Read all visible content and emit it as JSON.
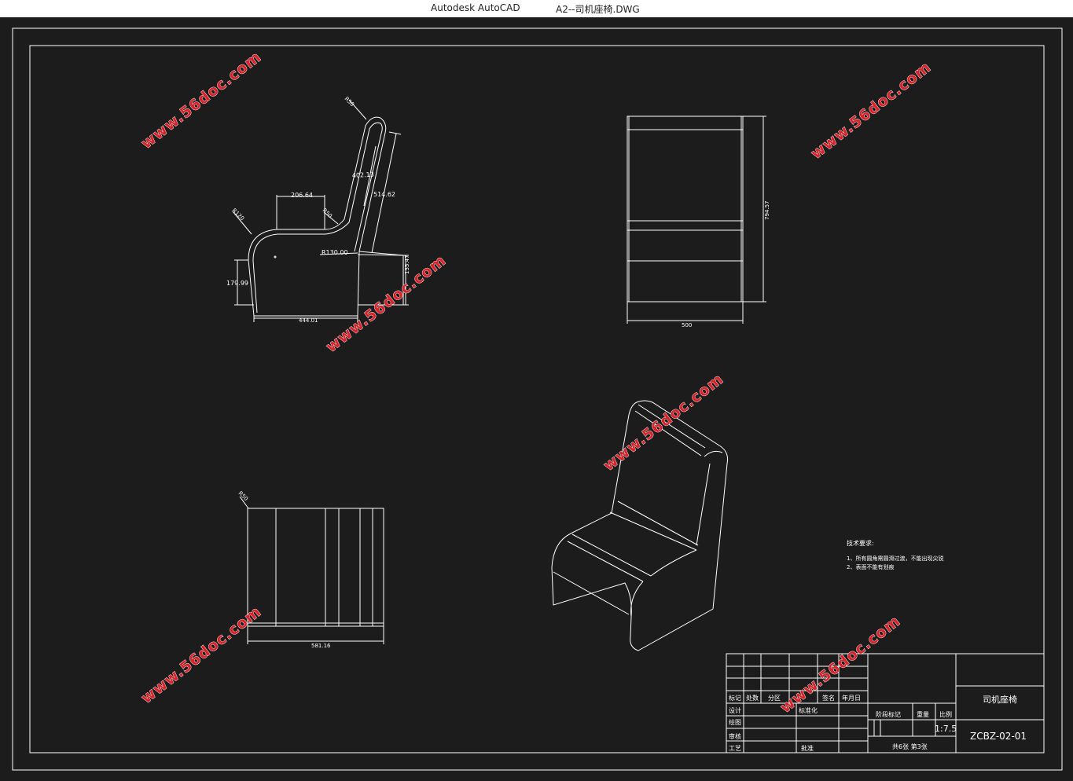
{
  "window": {
    "app_name": "Autodesk AutoCAD",
    "document_name": "A2--司机座椅.DWG"
  },
  "side_view": {
    "dim_top_width": "206.64",
    "dim_back_height": "402.13",
    "dim_back_length": "514.62",
    "dim_top_radius": "R50",
    "dim_front_radius": "R120",
    "dim_knee_radius": "R50",
    "dim_seat_radius": "R130.00",
    "dim_front_height": "179.99",
    "dim_base_width": "444.01",
    "dim_base_height": "135.47"
  },
  "front_view": {
    "dim_height": "794.57",
    "dim_width": "500"
  },
  "top_view": {
    "dim_radius": "R50",
    "dim_width": "581.16"
  },
  "notes": {
    "title": "技术要求:",
    "line1": "1、所有圆角需圆滑过渡，不能出现尖锐",
    "line2": "2、表面不能有划痕"
  },
  "title_block": {
    "col_mark": "标记",
    "col_count": "处数",
    "col_zone": "分区",
    "col_sign": "签名",
    "col_date": "年月日",
    "design": "设计",
    "standardize": "标准化",
    "drawing": "绘图",
    "review": "审核",
    "process": "工艺",
    "approve": "批准",
    "stage_mark": "阶段标记",
    "weight": "重量",
    "scale_label": "比例",
    "scale_value": "1:7.5",
    "sheets": "共6张 第3张",
    "part_name": "司机座椅",
    "drawing_no": "ZCBZ-02-01"
  },
  "watermark": {
    "text": "www.56doc.com"
  },
  "colors": {
    "background": "#1c1c1c",
    "lines": "#ffffff",
    "watermark": "#d8232a"
  }
}
